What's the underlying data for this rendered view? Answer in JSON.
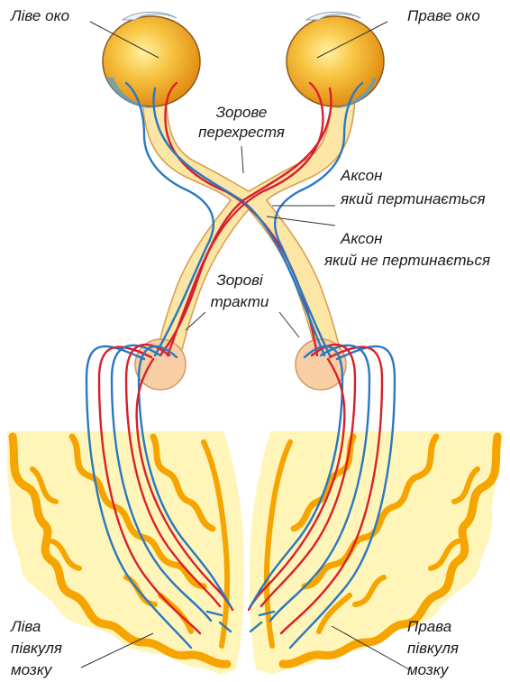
{
  "labels": {
    "left_eye": "Ліве око",
    "right_eye": "Праве око",
    "chiasm_line1": "Зорове",
    "chiasm_line2": "перехрестя",
    "crossing_axon_line1": "Аксон",
    "crossing_axon_line2": "який пертинається",
    "noncrossing_axon_line1": "Аксон",
    "noncrossing_axon_line2": "який не пертинається",
    "tracts_line1": "Зорові",
    "tracts_line2": "тракти",
    "left_hemisphere_line1": "Ліва",
    "left_hemisphere_line2": "півкуля",
    "left_hemisphere_line3": "мозку",
    "right_hemisphere_line1": "Права",
    "right_hemisphere_line2": "півкуля",
    "right_hemisphere_line3": "мозку"
  },
  "colors": {
    "crossing_axon": "#d8202c",
    "noncrossing_axon": "#2a78c0",
    "eye": "#f0a21c",
    "brain_outline": "#f5a400",
    "brain_fill": "#fff5b8"
  }
}
